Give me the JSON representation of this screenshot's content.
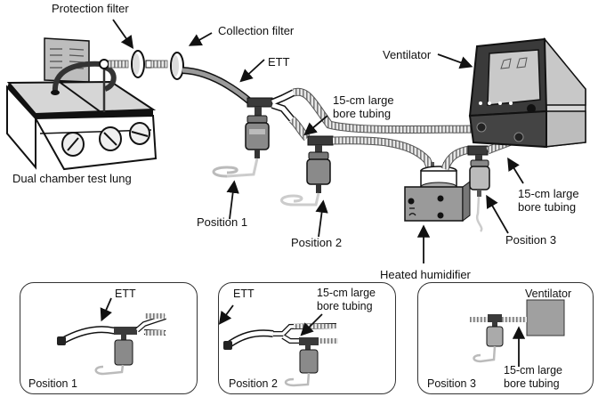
{
  "figure": {
    "title": "Experimental setup: aerosol delivery positions in ventilator circuit",
    "main_labels": {
      "protection_filter": "Protection filter",
      "collection_filter": "Collection filter",
      "ett": "ETT",
      "ventilator": "Ventilator",
      "tubing_upper": "15-cm large\nbore tubing",
      "tubing_right": "15-cm large\nbore tubing",
      "test_lung": "Dual chamber test lung",
      "position_1": "Position 1",
      "position_2": "Position 2",
      "position_3": "Position 3",
      "humidifier": "Heated humidifier"
    },
    "insets": [
      {
        "position_label": "Position 1",
        "ett_label": "ETT"
      },
      {
        "position_label": "Position 2",
        "ett_label": "ETT",
        "tubing_label": "15-cm large\nbore tubing"
      },
      {
        "position_label": "Position 3",
        "ventilator_label": "Ventilator",
        "tubing_label": "15-cm large\nbore tubing"
      }
    ]
  },
  "icons": {
    "test_lung": "test-lung-device",
    "filter": "filter-disc",
    "nebulizer": "nebulizer-canister",
    "ventilator": "ventilator-monitor",
    "humidifier": "humidifier-box"
  },
  "colors": {
    "line": "#111111",
    "device_dark": "#3a3a3a",
    "device_mid": "#8a8a8a",
    "device_light": "#d0d0d0",
    "tubing": "#bdbdbd"
  }
}
